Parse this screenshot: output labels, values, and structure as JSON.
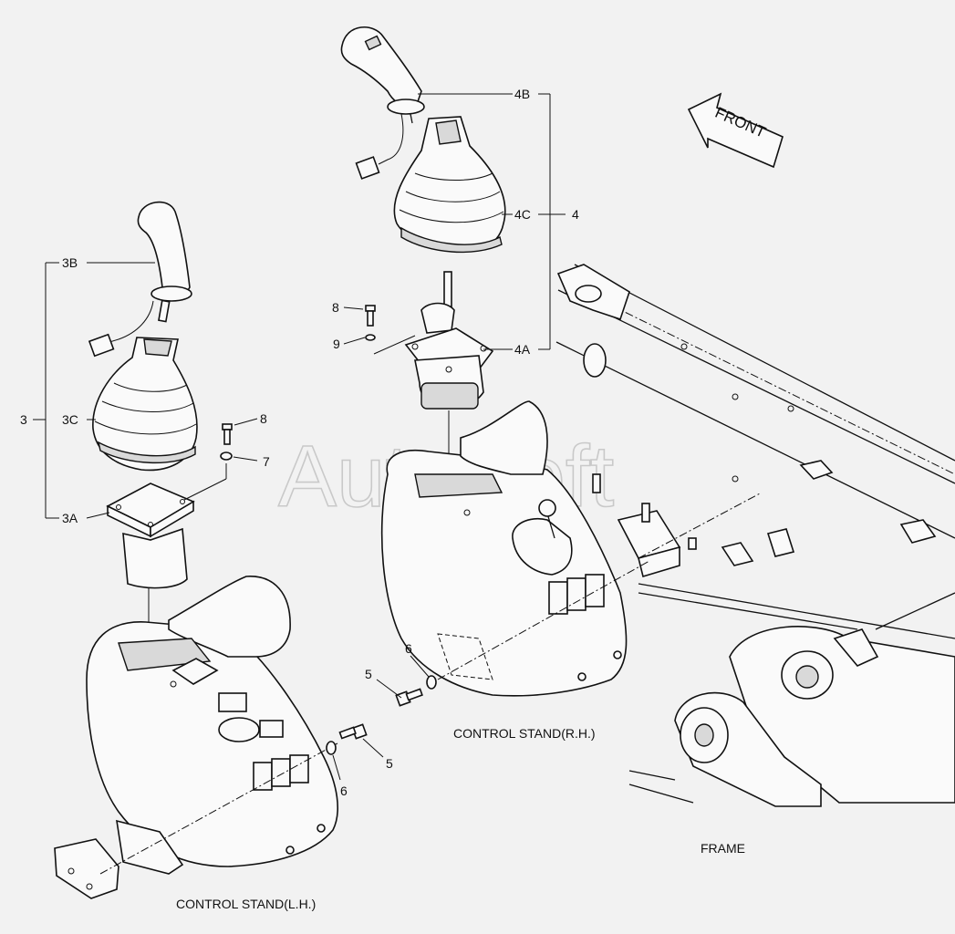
{
  "watermark": "AutoSoft",
  "direction_arrow": {
    "label": "FRONT"
  },
  "captions": {
    "control_stand_rh": "CONTROL STAND(R.H.)",
    "control_stand_lh": "CONTROL STAND(L.H.)",
    "frame": "FRAME"
  },
  "callouts": {
    "c4B": "4B",
    "c4C": "4C",
    "c4": "4",
    "c4A": "4A",
    "c8_top": "8",
    "c9": "9",
    "c3B": "3B",
    "c3": "3",
    "c3C": "3C",
    "c8_left": "8",
    "c7": "7",
    "c3A": "3A",
    "c5_mid": "5",
    "c6_mid": "6",
    "c5_left": "5",
    "c6_left": "6"
  },
  "icons": {
    "front_arrow": "arrow-left-icon",
    "joystick": "joystick-lever-icon",
    "boot": "rubber-boot-icon",
    "valve": "pilot-valve-icon",
    "bolt": "bolt-icon",
    "washer": "washer-icon"
  }
}
